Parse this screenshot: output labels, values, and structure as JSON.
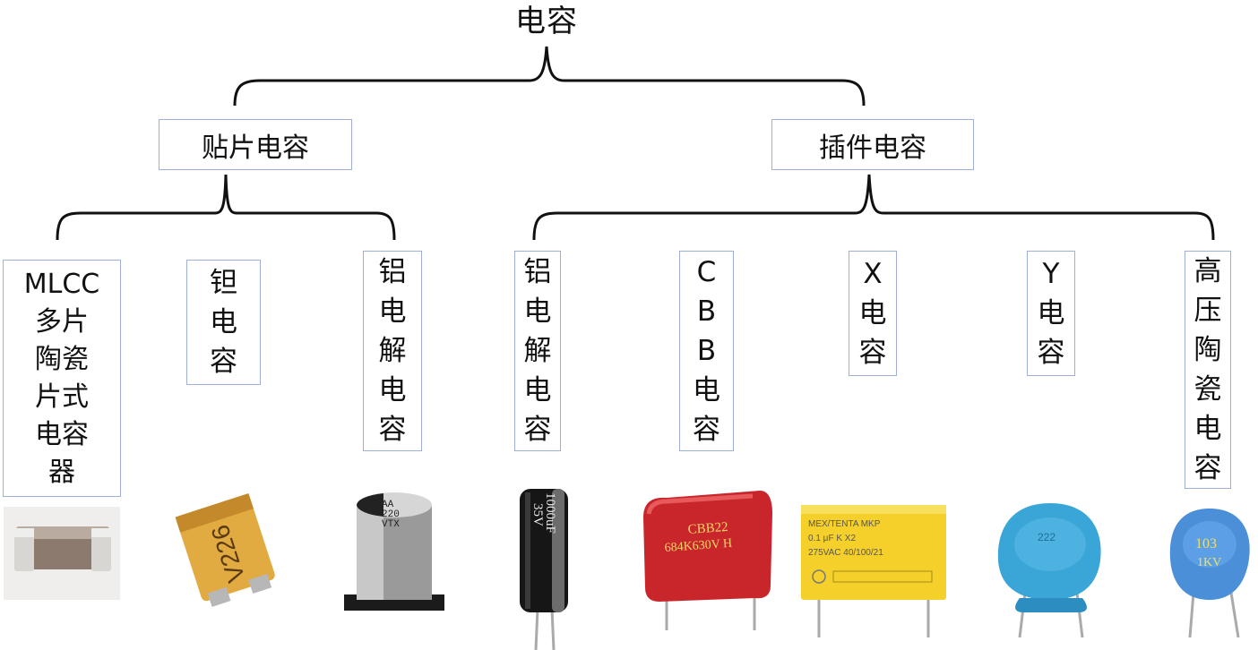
{
  "title": "电容",
  "categories": {
    "smd": "贴片电容",
    "through_hole": "插件电容"
  },
  "types": [
    {
      "lines": [
        "MLCC",
        "多片",
        "陶瓷",
        "片式",
        "电容",
        "器"
      ]
    },
    {
      "lines": [
        "钽",
        "电",
        "容"
      ]
    },
    {
      "lines": [
        "铝",
        "电",
        "解",
        "电",
        "容"
      ]
    },
    {
      "lines": [
        "铝",
        "电",
        "解",
        "电",
        "容"
      ]
    },
    {
      "lines": [
        "C",
        "B",
        "B",
        "电",
        "容"
      ]
    },
    {
      "lines": [
        "X",
        "电",
        "容"
      ]
    },
    {
      "lines": [
        "Y",
        "电",
        "容"
      ]
    },
    {
      "lines": [
        "高",
        "压",
        "陶",
        "瓷",
        "电",
        "容"
      ]
    }
  ],
  "component_markings": {
    "tantalum": "V226",
    "smd_aluminum": [
      "AA",
      "220",
      "VTX"
    ],
    "aluminum_electrolytic": [
      "35V",
      "1000uF"
    ],
    "cbb": [
      "CBB22",
      "684K630V H"
    ],
    "x_cap": [
      "MEX/TENTA MKP",
      "0.1 μF K X2",
      "275VAC 40/100/21"
    ],
    "y_cap": "222",
    "hv_ceramic": [
      "103",
      "1KV"
    ]
  },
  "colors": {
    "box_border": "#9fb0d8",
    "line": "#111111",
    "tantalum": "#d9a23b",
    "cbb": "#c8262a",
    "x_cap": "#f5d02a",
    "y_cap": "#3aa6d8",
    "hv_ceramic": "#4a8fd8"
  }
}
